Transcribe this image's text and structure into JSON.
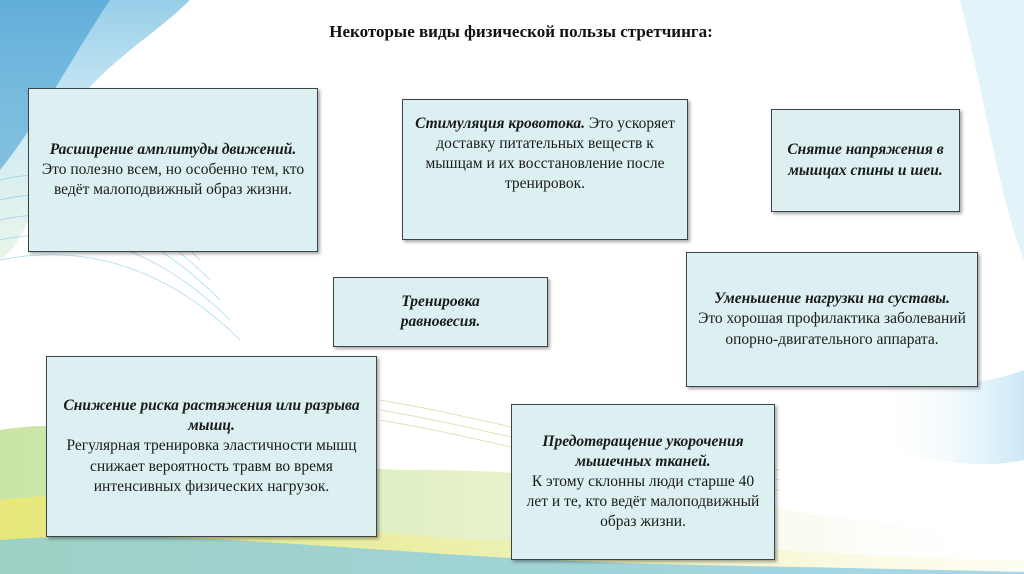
{
  "slide": {
    "title": "Некоторые виды физической пользы стретчинга:"
  },
  "cards": {
    "amplitude": {
      "heading": "Расширение амплитуды движений.",
      "text": "Это полезно всем, но особенно тем, кто ведёт малоподвижный образ жизни."
    },
    "circulation": {
      "heading": "Стимуляция кровотока.",
      "text": " Это ускоряет доставку питательных веществ к мышцам и их восстановление после тренировок."
    },
    "tension": {
      "heading": "Снятие напряжения в мышцах спины и шеи."
    },
    "joints": {
      "heading": "Уменьшение нагрузки на суставы.",
      "text": "Это хорошая профилактика заболеваний опорно-двигательного аппарата."
    },
    "balance": {
      "heading": "Тренировка равновесия."
    },
    "injury": {
      "heading": "Снижение риска растяжения или разрыва мышц.",
      "text": "Регулярная тренировка эластичности мышц снижает вероятность травм во время интенсивных физических нагрузок."
    },
    "shortening": {
      "heading": "Предотвращение укорочения мышечных тканей.",
      "text": "К этому склонны люди старше 40 лет и те, кто ведёт малоподвижный образ жизни."
    }
  },
  "colors": {
    "card_fill": "#ddf0f1",
    "card_border": "#3d4448",
    "accent_blue": "#7fc6e4",
    "accent_green": "#a9d36a",
    "accent_yellow": "#e8e36a"
  }
}
